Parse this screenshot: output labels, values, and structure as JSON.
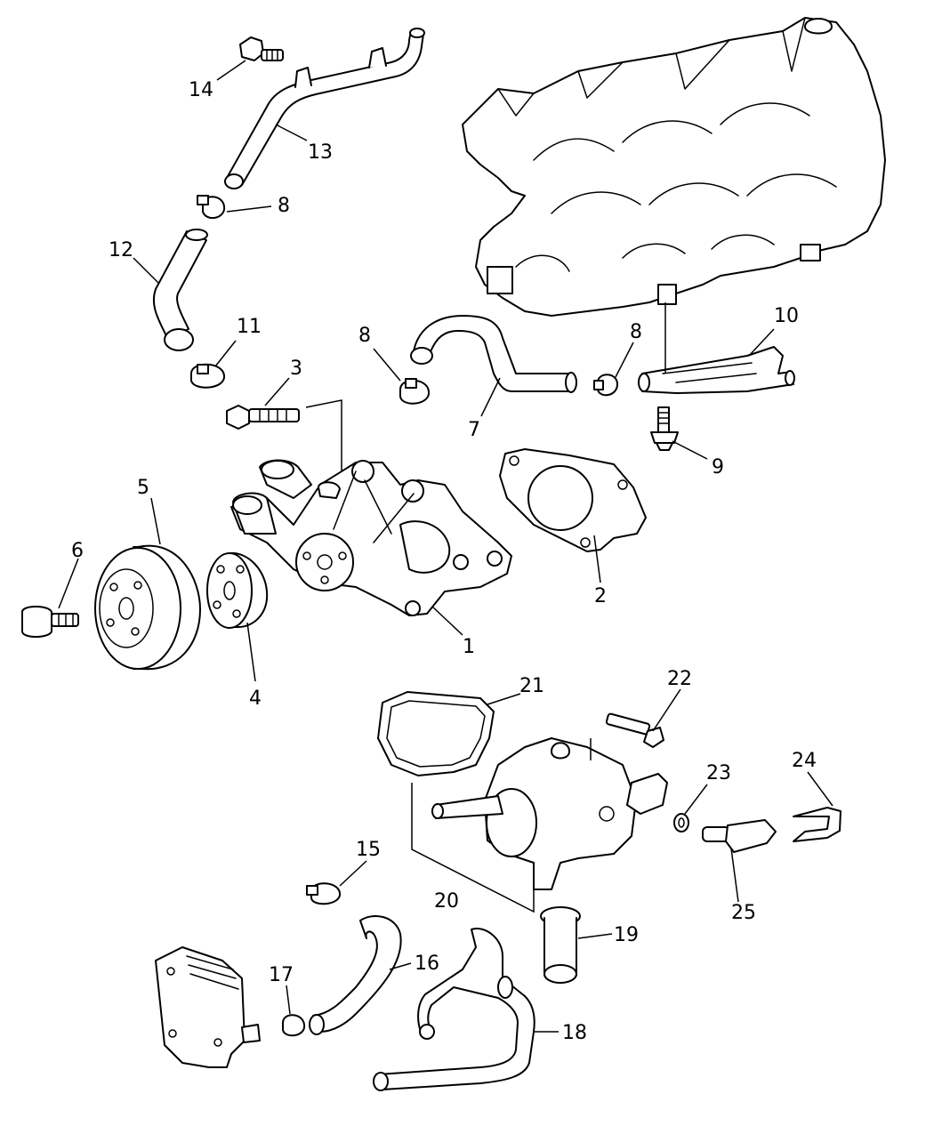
{
  "callouts": [
    "1",
    "2",
    "3",
    "4",
    "5",
    "6",
    "7",
    "8",
    "9",
    "10",
    "11",
    "12",
    "13",
    "14",
    "15",
    "16",
    "17",
    "18",
    "19",
    "20",
    "21",
    "22",
    "23",
    "24",
    "25"
  ],
  "callout_8_repeat_a": "8",
  "callout_8_repeat_b": "8",
  "colors": {
    "line": "#000000",
    "background": "#ffffff"
  }
}
